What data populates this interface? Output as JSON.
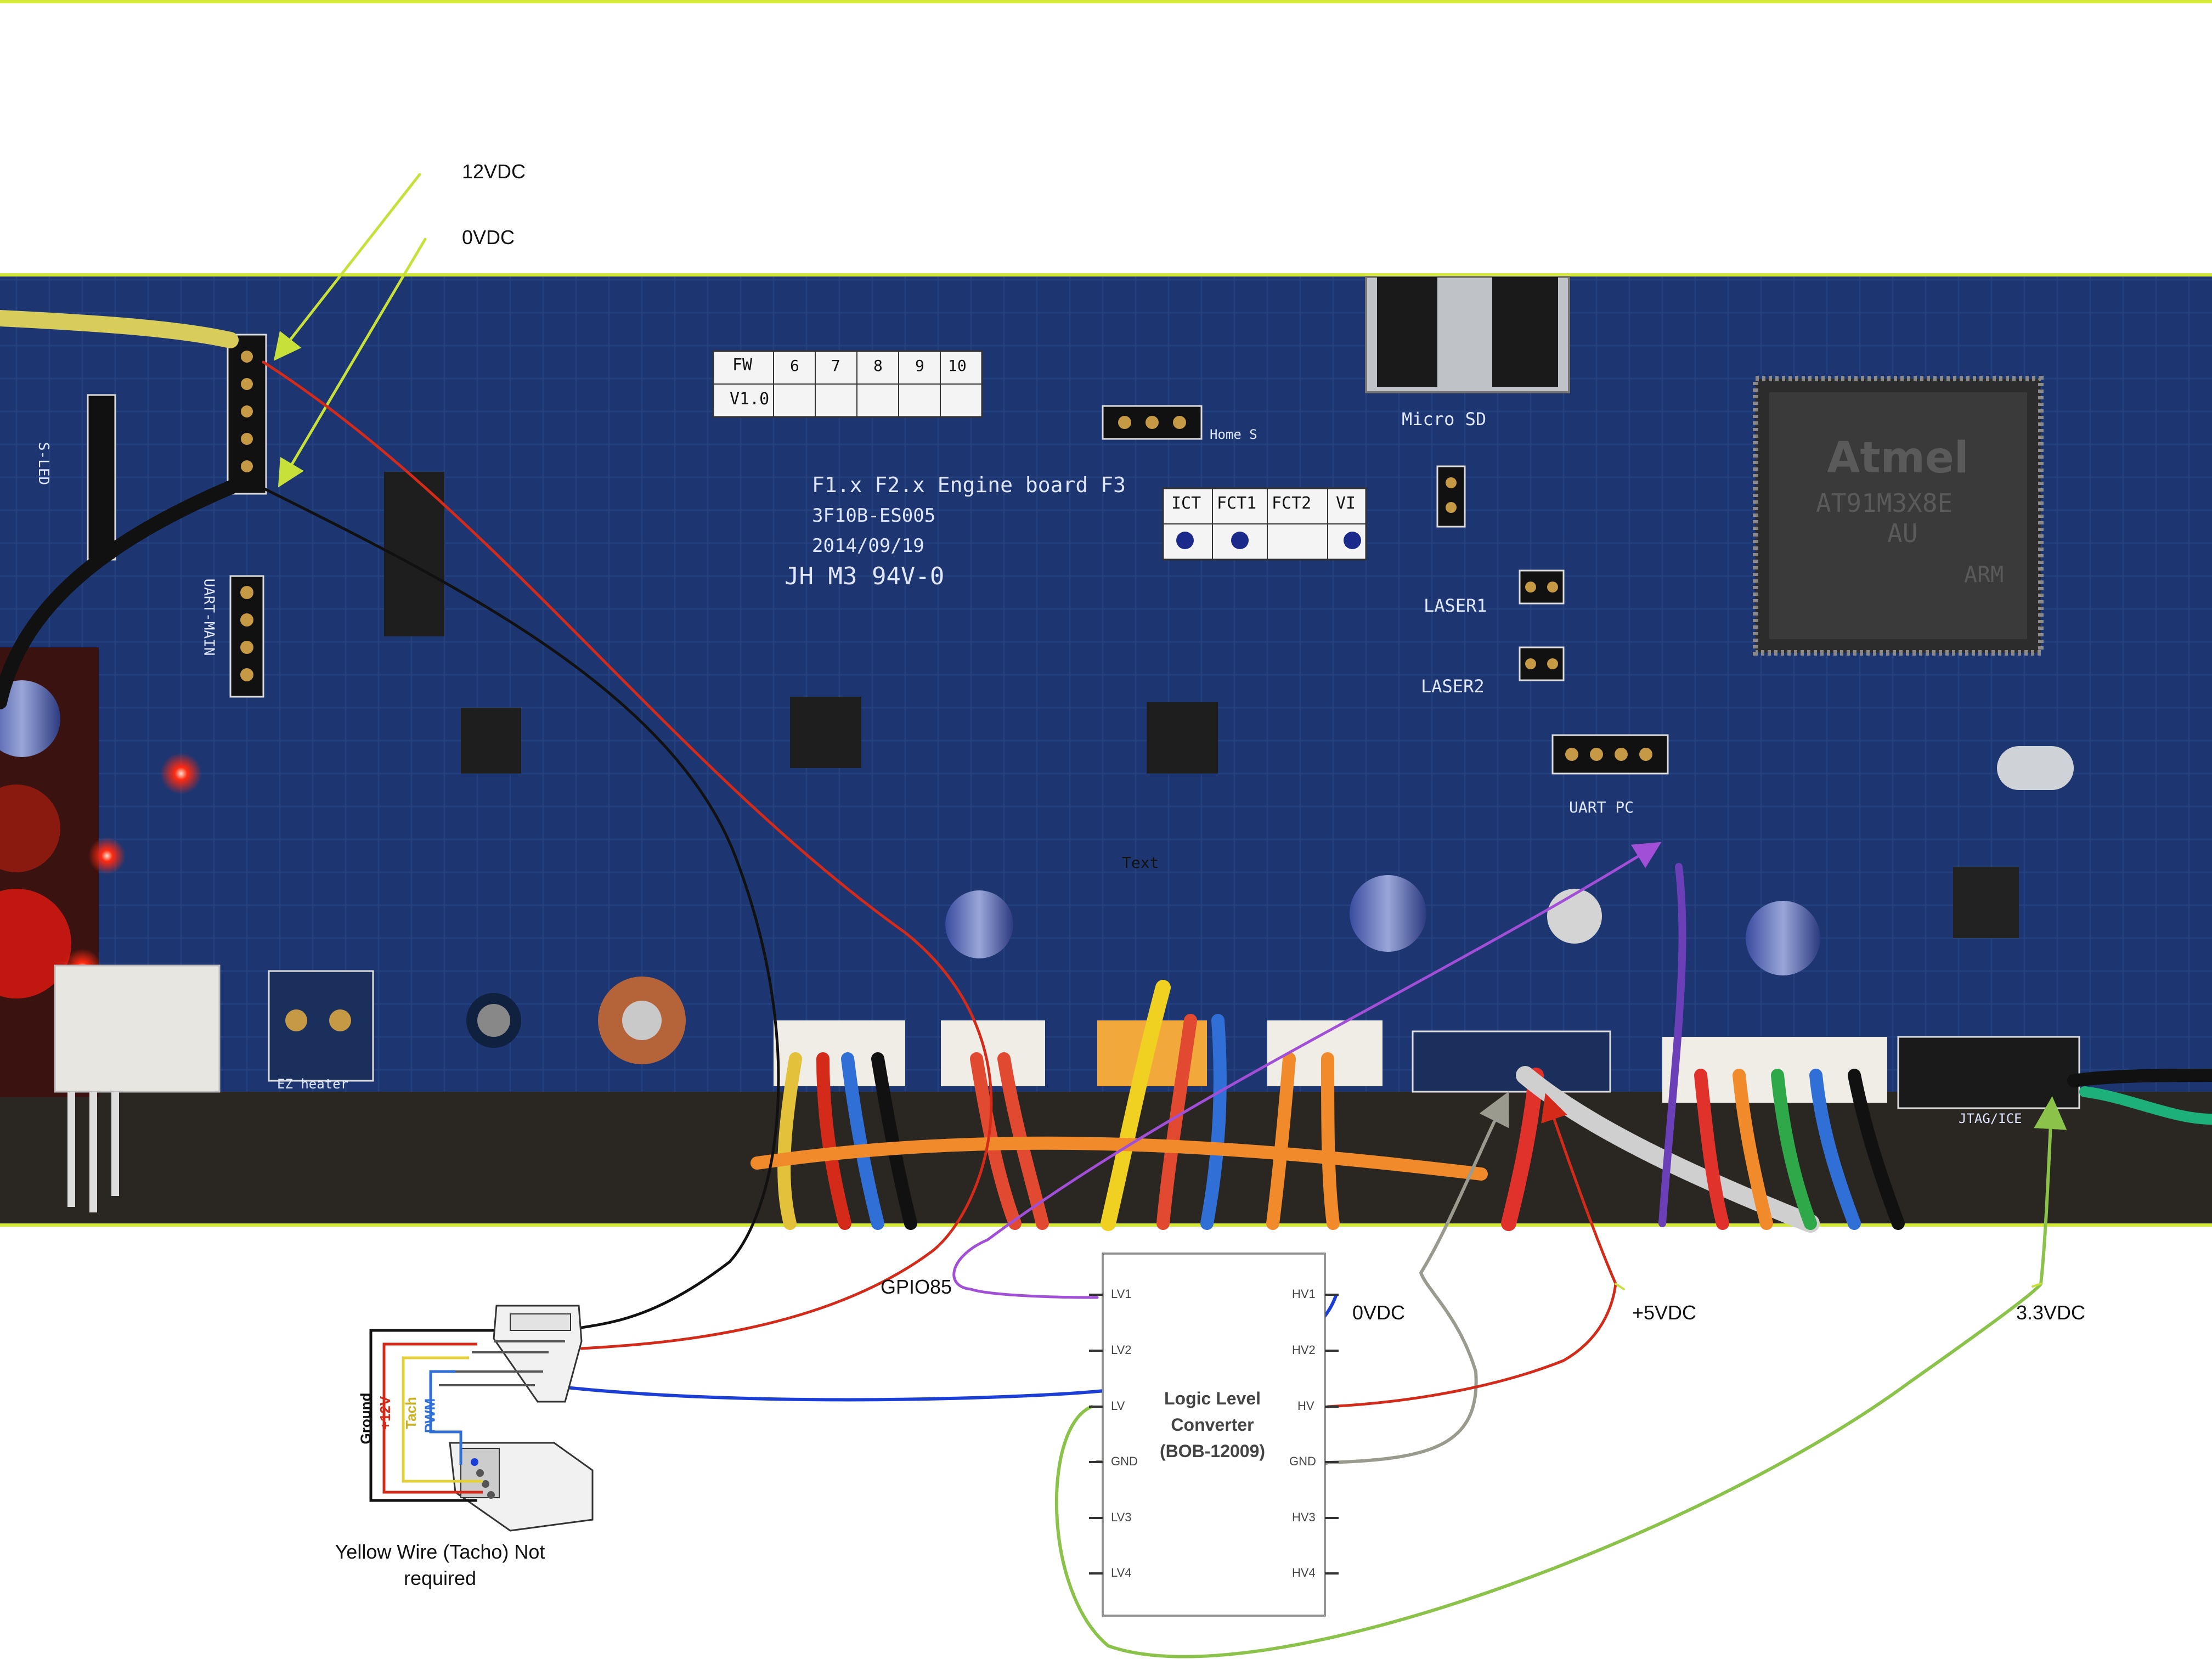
{
  "annotations": {
    "v12": "12VDC",
    "v0_top": "0VDC",
    "gpio": "GPIO85",
    "v0_right": "0VDC",
    "v5": "+5VDC",
    "v33": "3.3VDC",
    "fan_note": "Yellow Wire (Tacho) Not required"
  },
  "board": {
    "title_line1": "F1.x F2.x Engine board F3",
    "title_line2": "3F10B-ES005",
    "date": "2014/09/19",
    "marking": "JH M3 94V-0",
    "fw_label": "FW",
    "fw_version": "V1.0",
    "fw_cols": [
      "6",
      "7",
      "8",
      "9",
      "10"
    ],
    "check_labels": [
      "ICT",
      "FCT1",
      "FCT2",
      "VI"
    ],
    "chip_brand": "Atmel",
    "chip_part": "AT91M3X8E",
    "chip_suffix": "AU",
    "chip_arm": "ARM",
    "micro_sd": "Micro SD",
    "laser1": "LASER1",
    "laser2": "LASER2",
    "uart_pc": "UART PC",
    "uart_main": "UART-MAIN",
    "s_led": "S-LED",
    "jtag": "JTAG/ICE",
    "home": "Home S",
    "ez_heater": "EZ heater",
    "text_marker": "Text"
  },
  "fan_connector": {
    "wires": [
      "Ground",
      "+12V",
      "Tach",
      "PWM"
    ],
    "colors": [
      "#111111",
      "#d42a1a",
      "#e3d03a",
      "#2f6fd6"
    ]
  },
  "level_converter": {
    "title_lines": [
      "Logic Level",
      "Converter",
      "(BOB-12009)"
    ],
    "left_pins": [
      "LV1",
      "LV2",
      "LV",
      "GND",
      "LV3",
      "LV4"
    ],
    "right_pins": [
      "HV1",
      "HV2",
      "HV",
      "GND",
      "HV3",
      "HV4"
    ]
  },
  "colors": {
    "highlight": "#d4e83a",
    "pcb_blue": "#1d3570",
    "wire_black": "#111111",
    "wire_red": "#d42a1a",
    "wire_purple": "#a24fd8",
    "wire_blue": "#1b3fd6",
    "wire_grey": "#9a9a8e",
    "wire_green": "#8bc34a"
  }
}
